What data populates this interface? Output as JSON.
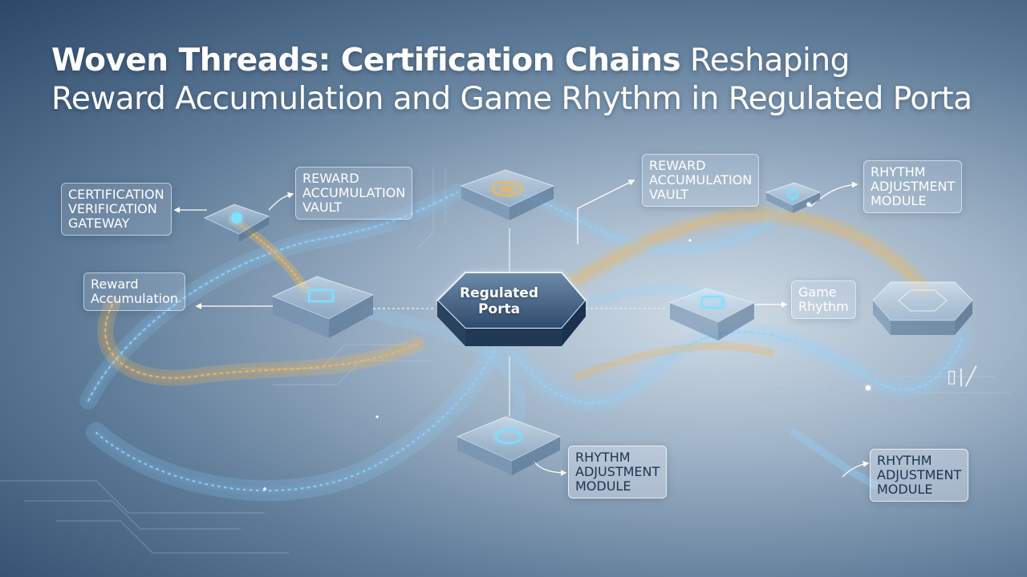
{
  "title": {
    "bold": "Woven Threads: Certification Chains",
    "rest": " Reshaping",
    "line2": "Reward Accumulation and Game Rhythm in Regulated Porta"
  },
  "hub": {
    "line1": "Regulated",
    "line2": "Porta"
  },
  "labels": {
    "cert_gateway": {
      "line1": "CERTIFICATION",
      "line2": "VERIFICATION",
      "line3": "GATEWAY"
    },
    "reward_vault_left": {
      "line1": "REWARD",
      "line2": "ACCUMULATION",
      "line3": "VAULT"
    },
    "reward_vault_right": {
      "line1": "REWARD",
      "line2": "ACCUMULATION",
      "line3": "VAULT"
    },
    "rhythm_top": {
      "line1": "RHYTHM",
      "line2": "ADJUSTMENT",
      "line3": "MODULE"
    },
    "reward_accum": {
      "line1": "Reward",
      "line2": "Accumulation"
    },
    "game_rhythm": {
      "line1": "Game",
      "line2": "Rhythm"
    },
    "rhythm_bottom_center": {
      "line1": "RHYTHM",
      "line2": "ADJUSTMENT",
      "line3": "MODULE"
    },
    "rhythm_bottom_right": {
      "line1": "RHYTHM",
      "line2": "ADJUSTMENT",
      "line3": "MODULE"
    }
  },
  "corner_glyphs": "▯|╱",
  "colors": {
    "blue_thread": "#8fd3ff",
    "gold_thread": "#f0b65a",
    "node_glow": "#7fe0ff",
    "background_dark": "#2c4768",
    "background_light": "#cfdbe6"
  }
}
